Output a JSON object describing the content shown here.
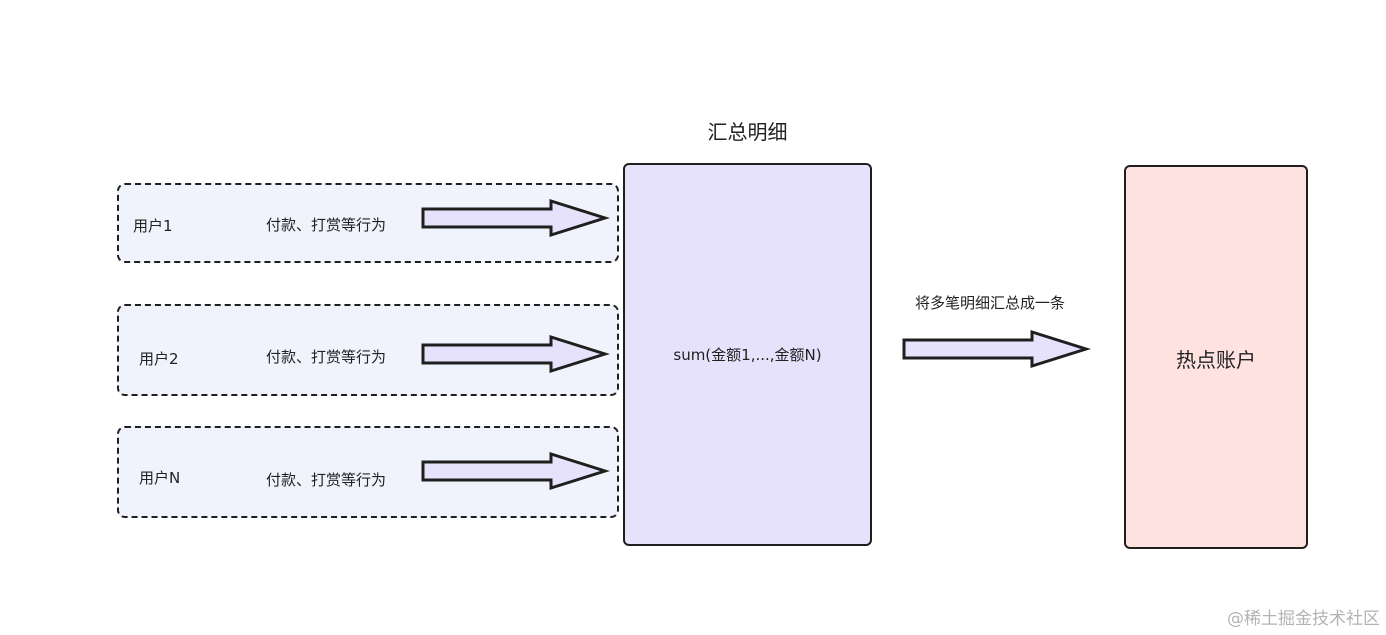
{
  "users": [
    {
      "name": "用户1",
      "action": "付款、打赏等行为"
    },
    {
      "name": "用户2",
      "action": "付款、打赏等行为"
    },
    {
      "name": "用户N",
      "action": "付款、打赏等行为"
    }
  ],
  "summary": {
    "title": "汇总明细",
    "formula": "sum(金额1,...,金额N)"
  },
  "merge_label": "将多笔明细汇总成一条",
  "hot_account": {
    "label": "热点账户"
  },
  "watermark": "@稀土掘金技术社区",
  "colors": {
    "user_box_fill": "#f0f3fb",
    "summary_fill": "#e6e2fb",
    "hot_fill": "#fde2e0",
    "arrow_fill": "#e6e2fb",
    "stroke": "#1f1f1f"
  }
}
